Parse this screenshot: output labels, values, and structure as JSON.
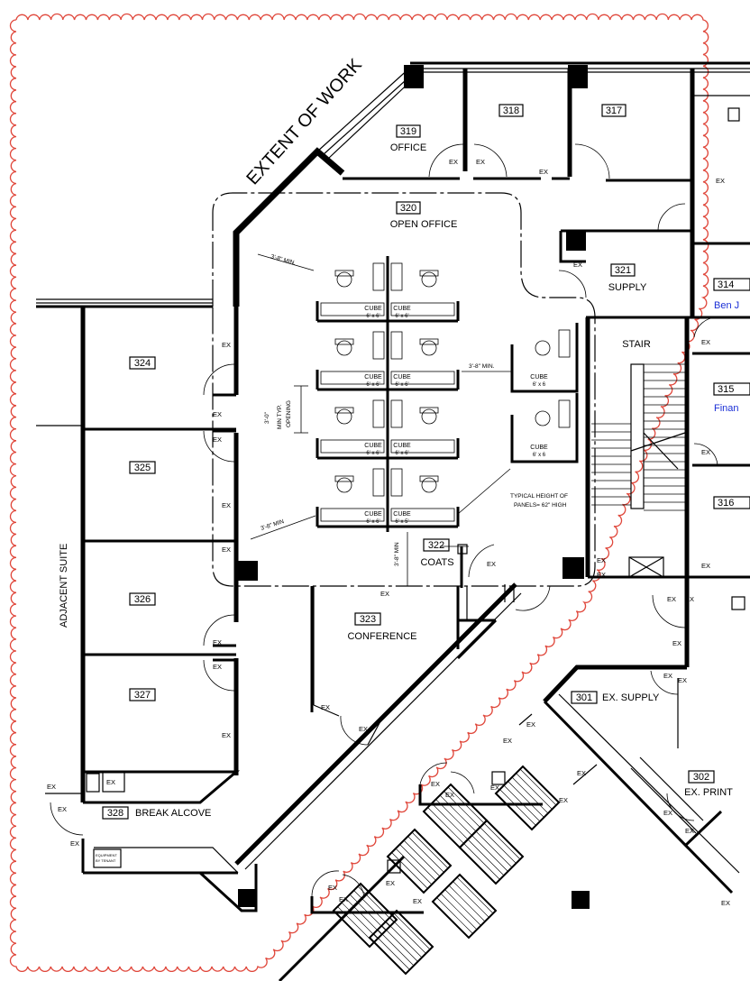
{
  "revision_cloud_color": "#e0483c",
  "extent_label": "EXTENT OF WORK",
  "adjacent_label": "ADJACENT SUITE",
  "rooms": {
    "r319": {
      "number": "319",
      "name": "OFFICE"
    },
    "r318": {
      "number": "318"
    },
    "r317": {
      "number": "317"
    },
    "r320": {
      "number": "320",
      "name": "OPEN OFFICE"
    },
    "r321": {
      "number": "321",
      "name": "SUPPLY"
    },
    "r314": {
      "number": "314",
      "occupant": "Ben J"
    },
    "r315": {
      "number": "315",
      "occupant": "Finan"
    },
    "r316": {
      "number": "316"
    },
    "r324": {
      "number": "324"
    },
    "r325": {
      "number": "325"
    },
    "r326": {
      "number": "326"
    },
    "r327": {
      "number": "327"
    },
    "r328": {
      "number": "328",
      "name": "BREAK ALCOVE"
    },
    "r322": {
      "number": "322",
      "name": "COATS"
    },
    "r323": {
      "number": "323",
      "name": "CONFERENCE"
    },
    "r301": {
      "number": "301",
      "name": "EX. SUPPLY"
    },
    "r302": {
      "number": "302",
      "name": "EX. PRINT"
    }
  },
  "stair_label": "STAIR",
  "cube_label": "CUBE",
  "cube_size_66": "6' x 6'",
  "cube_size_65": "6' x 5'",
  "cube_size_6x6": "6' x 6",
  "notes": {
    "clearance_a": "3'-8\" MIN.",
    "clearance_b": "3'-8\" MIN.",
    "clearance_c": "3'-8\" MIN",
    "clearance_d": "3'-8\" MIN",
    "opening_1": "3'-0\"",
    "opening_2": "MIN TYP.",
    "opening_3": "OPENING",
    "panel_1": "TYPICAL HEIGHT OF",
    "panel_2": "PANELS= 62\" HIGH"
  },
  "ex_tag": "EX",
  "equip_note_1": "EQUIPMENT",
  "equip_note_2": "BY TENANT"
}
